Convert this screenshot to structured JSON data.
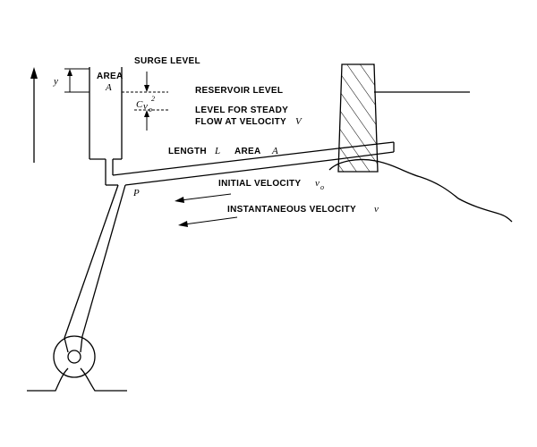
{
  "labels": {
    "area_tank": "AREA",
    "surge_level": "SURGE LEVEL",
    "reservoir_level": "RESERVOIR LEVEL",
    "steady_level_line1": "LEVEL FOR STEADY",
    "steady_level_line2": "FLOW AT VELOCITY",
    "length": "LENGTH",
    "area_pipe": "AREA",
    "initial_velocity": "INITIAL VELOCITY",
    "instantaneous_velocity": "INSTANTANEOUS VELOCITY"
  },
  "symbols": {
    "y": "y",
    "A_tank": "A",
    "C": "C",
    "v_main": "v",
    "o_sub": "o",
    "exp2": "2",
    "V": "V",
    "L": "L",
    "A_pipe": "A",
    "P": "P",
    "vo_main": "v",
    "vo_sub": "o",
    "v_inst": "v"
  }
}
